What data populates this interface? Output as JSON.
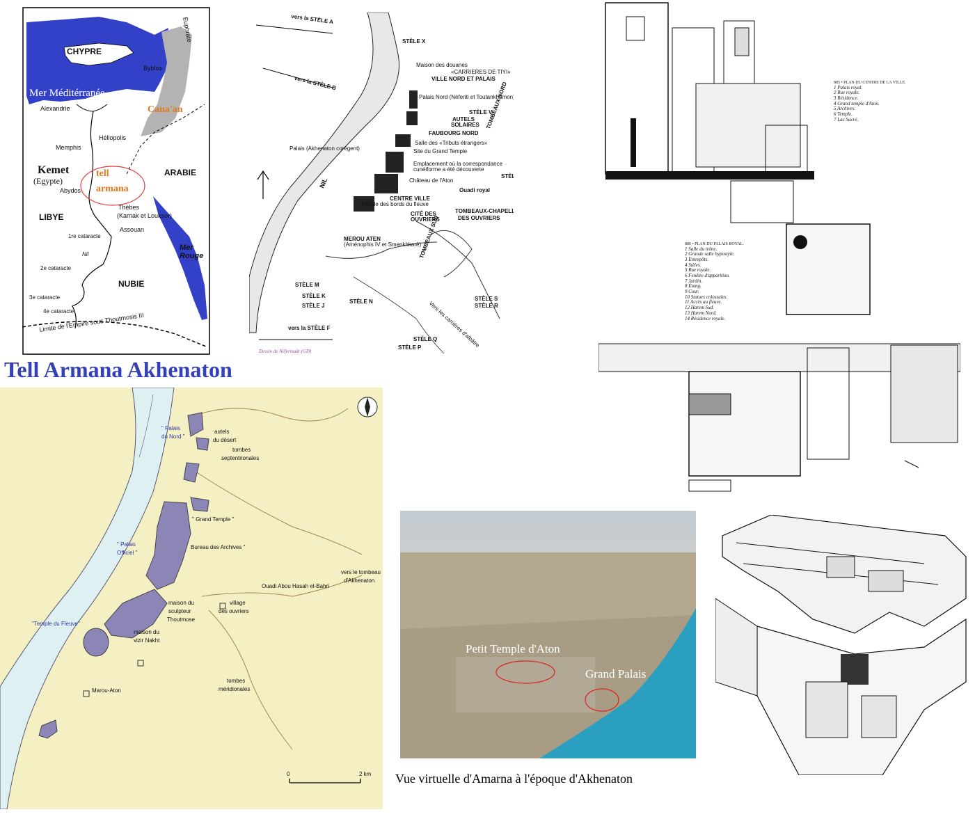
{
  "overview_map": {
    "labels": {
      "cyprus": "CHYPRE",
      "euphrates": "Euphrate",
      "byblos": "Byblos",
      "mediterranean": "Mer Méditérranée",
      "alexandria": "Alexandrie",
      "canaan": "Cana'an",
      "heliopolis": "Héliopolis",
      "memphis": "Memphis",
      "arabia": "ARABIE",
      "kemet": "Kemet",
      "egypt": "(Egypte)",
      "tell": "tell",
      "armana": "armana",
      "abydos": "Abydos",
      "libya": "LIBYE",
      "thebes": "Thèbes",
      "karnak": "(Karnak et Louksor)",
      "assouan": "Assouan",
      "cataract1": "1re cataracte",
      "red_sea_1": "Mer",
      "red_sea_2": "Rouge",
      "nile": "Nil",
      "cataract2": "2e cataracte",
      "nubia": "NUBIE",
      "cataract3": "3e cataracte",
      "cataract4": "4e cataracte",
      "empire_limit": "Limite de l'Empire sous Thoutmosis III"
    },
    "colors": {
      "sea": "#3340c8",
      "canaan": "#b3b3b3",
      "highlight": "#e07a1c"
    }
  },
  "site_map": {
    "labels": {
      "stele_a": "vers la STÈLE A",
      "stele_x": "STÈLE X",
      "maison_douanes": "Maison des douanes",
      "carrieres": "«CARRIERES DE TIYI»",
      "ville_nord": "VILLE NORD ET PALAIS",
      "stele_b": "vers la STÈLE B",
      "palais_nord": "Palais Nord (Néferiti et Toutankhamon)",
      "stele_v": "STÈLE V",
      "autels": "AUTELS",
      "solaires": "SOLAIRES",
      "faubourg": "FAUBOURG NORD",
      "tombeaux_nord": "TOMBEAUX NORD",
      "salle_tributs": "Salle des «Tributs étrangers»",
      "palais_akhenaton": "Palais (Akhenaton corégent)",
      "site_temple": "Site du Grand Temple",
      "correspondance_1": "Emplacement où la correspondance",
      "correspondance_2": "cunéiforme a été découverte",
      "chateau": "Château de l'Aton",
      "stele_u": "STÈLE U",
      "nil": "NIL",
      "ouadi_royal": "Ouadi royal",
      "centre_ville": "CENTRE VILLE",
      "temple_bords": "Temple des bords du fleuve",
      "cite_1": "CITÉ DES",
      "cite_2": "OUVRIERS",
      "tombeaux_chapelles_1": "TOMBEAUX-CHAPELLES",
      "tombeaux_chapelles_2": "DES OUVRIERS",
      "merou_aten": "MEROU ATEN",
      "merou_sub": "(Aménophis IV et Smenkhkarê)",
      "tombeaux_sud": "TOMBEAUX SUD",
      "stele_m": "STÈLE M",
      "stele_k": "STÈLE K",
      "stele_j": "STÈLE J",
      "stele_n": "STÈLE N",
      "stele_s": "STÈLE S",
      "stele_r": "STÈLE R",
      "carrieres_albatre": "Vers les carrières d'albâtre",
      "stele_f": "vers la STÈLE F",
      "stele_q": "STÈLE Q",
      "stele_p": "STÈLE P",
      "signature": "Dessin de Néfermaât (GD)"
    }
  },
  "city_plan": {
    "legend_city": {
      "title": "885 • PLAN DU CENTRE DE LA VILLE.",
      "items": [
        "1  Palais royal.",
        "2  Rue royale.",
        "3  Résidence.",
        "4  Grand temple d'Aton.",
        "5  Archives.",
        "6  Temple.",
        "7  Lac Sacré."
      ]
    },
    "legend_palace": {
      "title": "886 • PLAN DU PALAIS ROYAL.",
      "items": [
        "1  Salle du trône.",
        "2  Grande salle hypostyle.",
        "3  Entrepôts.",
        "4  Stèles.",
        "5  Rue royale.",
        "6  Fenêtre d'apparition.",
        "7  Jardin.",
        "8  Étang.",
        "9  Cour.",
        "10  Statues colossales.",
        "11  Accès au fleuve.",
        "12  Harem Sud.",
        "13  Harem Nord.",
        "14  Résidence royale."
      ]
    }
  },
  "main_title": "Tell Armana Akhenaton",
  "color_map": {
    "labels": {
      "palais_nord_1": "\" Palais",
      "palais_nord_2": "du Nord \"",
      "autels_1": "autels",
      "autels_2": "du désert",
      "tombes_sept_1": "tombes",
      "tombes_sept_2": "septentrionales",
      "grand_temple": "\" Grand Temple \"",
      "palais_officiel_1": "\" Palais",
      "palais_officiel_2": "Officiel \"",
      "bureau": "Bureau des Archives \"",
      "vers_tombeau_1": "vers le tombeau",
      "vers_tombeau_2": "d'Akhenaton",
      "ouadi": "Ouadi Abou Hasah el-Bahri",
      "sculpteur_1": "maison du",
      "sculpteur_2": "sculpteur",
      "sculpteur_3": "Thoutmose",
      "village_1": "village",
      "village_2": "des ouvriers",
      "temple_fleuve": "\"Temple du Fleuve\"",
      "vizir_1": "maison du",
      "vizir_2": "vizir Nakht",
      "tombes_mer_1": "tombes",
      "tombes_mer_2": "méridionales",
      "marou": "Marou-Aton",
      "scale_0": "0",
      "scale_2": "2 km"
    },
    "colors": {
      "background": "#f5efc4",
      "river": "#dff0f2",
      "settlement": "#8c86b6"
    }
  },
  "virtual_view": {
    "labels": {
      "petit_temple": "Petit Temple d'Aton",
      "grand_palais": "Grand Palais"
    },
    "caption": "Vue virtuelle d'Amarna à l'époque d'Akhenaton"
  }
}
